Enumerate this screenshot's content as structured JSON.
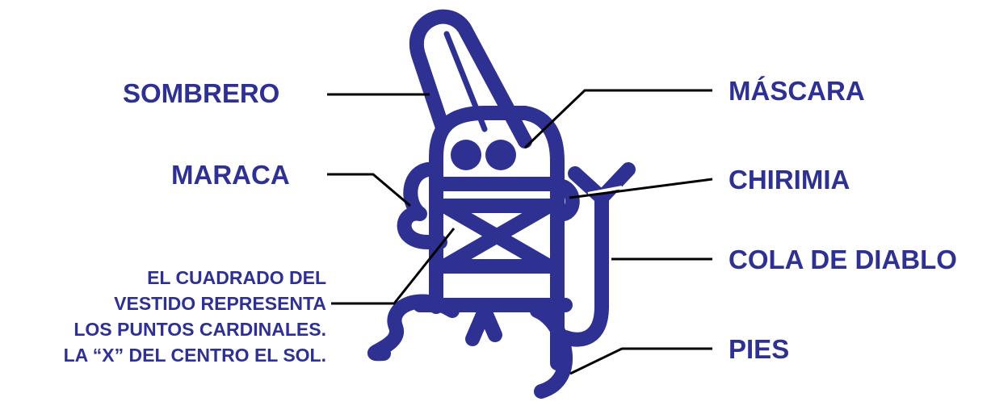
{
  "labels": {
    "sombrero": "SOMBRERO",
    "maraca": "MARACA",
    "mascara": "MÁSCARA",
    "chirimia": "CHIRIMIA",
    "cola_de_diablo": "COLA DE DIABLO",
    "pies": "PIES"
  },
  "note": {
    "lines": [
      "EL CUADRADO DEL",
      "VESTIDO REPRESENTA",
      "LOS PUNTOS CARDINALES.",
      "LA “X” DEL CENTRO EL SOL."
    ]
  },
  "colors": {
    "figure": "#2e3192",
    "leader_lines": "#000000",
    "background": "#ffffff"
  }
}
